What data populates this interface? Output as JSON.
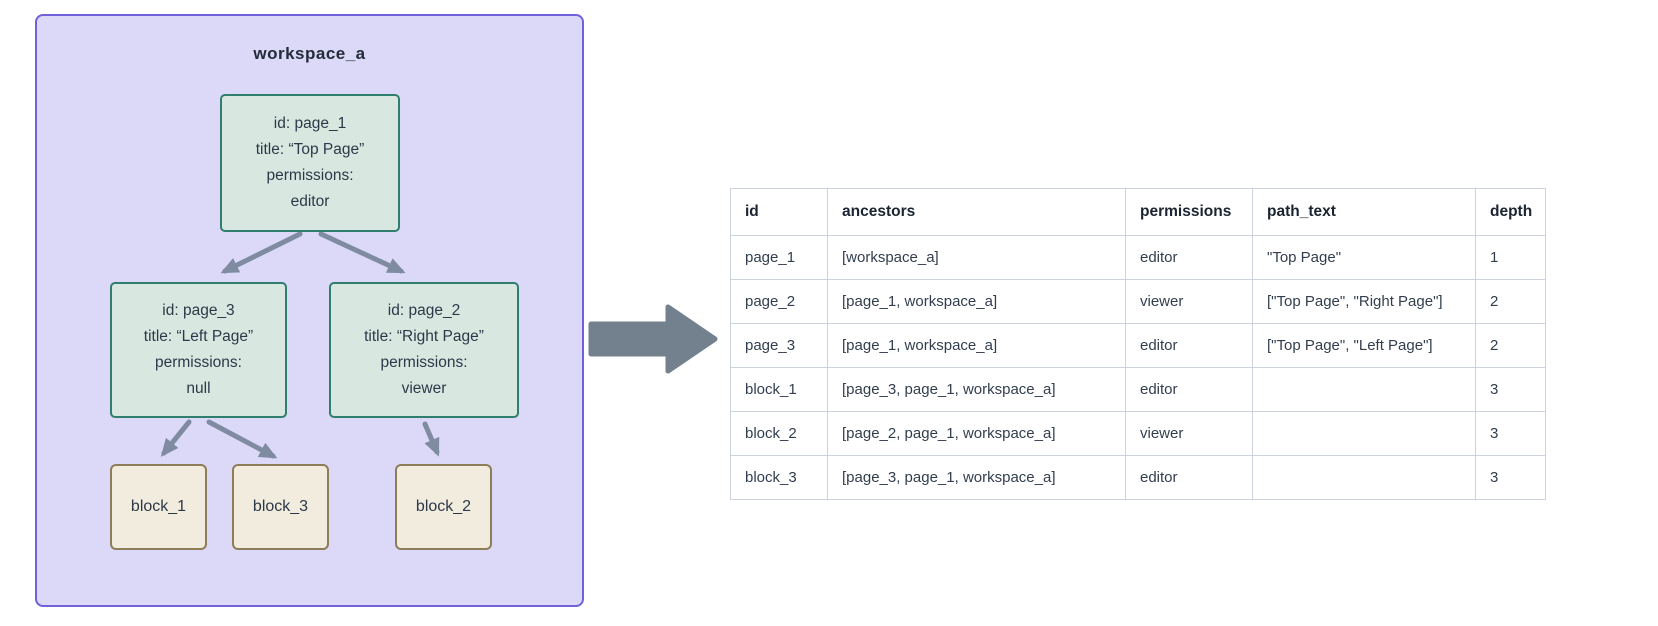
{
  "colors": {
    "panel_bg": "#dcd8f7",
    "panel_border": "#7061da",
    "page_node_bg": "#d8e8e0",
    "page_node_border": "#2f7e6e",
    "block_node_bg": "#f2ecdf",
    "block_node_border": "#8d7d58",
    "connector": "#7e8ba0",
    "flow_arrow": "#73808e",
    "table_border": "#ccd3de",
    "text_dark": "#2d3848"
  },
  "icons": {
    "flow_arrow": "right-arrow-icon"
  },
  "diagram": {
    "workspace_label": "workspace_a",
    "page_nodes": [
      {
        "id": "page_1",
        "lines": [
          "id: page_1",
          "title: “Top Page”",
          "permissions:",
          "editor"
        ]
      },
      {
        "id": "page_3",
        "lines": [
          "id: page_3",
          "title: “Left Page”",
          "permissions:",
          "null"
        ]
      },
      {
        "id": "page_2",
        "lines": [
          "id: page_2",
          "title: “Right Page”",
          "permissions:",
          "viewer"
        ]
      }
    ],
    "block_nodes": [
      {
        "label": "block_1"
      },
      {
        "label": "block_3"
      },
      {
        "label": "block_2"
      }
    ],
    "edges": [
      "page_1 -> page_3",
      "page_1 -> page_2",
      "page_3 -> block_1",
      "page_3 -> block_3",
      "page_2 -> block_2"
    ]
  },
  "table": {
    "columns": [
      "id",
      "ancestors",
      "permissions",
      "path_text",
      "depth"
    ],
    "rows": [
      [
        "page_1",
        "[workspace_a]",
        "editor",
        "\"Top Page\"",
        "1"
      ],
      [
        "page_2",
        "[page_1, workspace_a]",
        "viewer",
        "[\"Top Page\", \"Right Page\"]",
        "2"
      ],
      [
        "page_3",
        "[page_1, workspace_a]",
        "editor",
        "[\"Top Page\", \"Left Page\"]",
        "2"
      ],
      [
        "block_1",
        "[page_3, page_1, workspace_a]",
        "editor",
        "",
        "3"
      ],
      [
        "block_2",
        "[page_2, page_1, workspace_a]",
        "viewer",
        "",
        "3"
      ],
      [
        "block_3",
        "[page_3, page_1, workspace_a]",
        "editor",
        "",
        "3"
      ]
    ]
  }
}
